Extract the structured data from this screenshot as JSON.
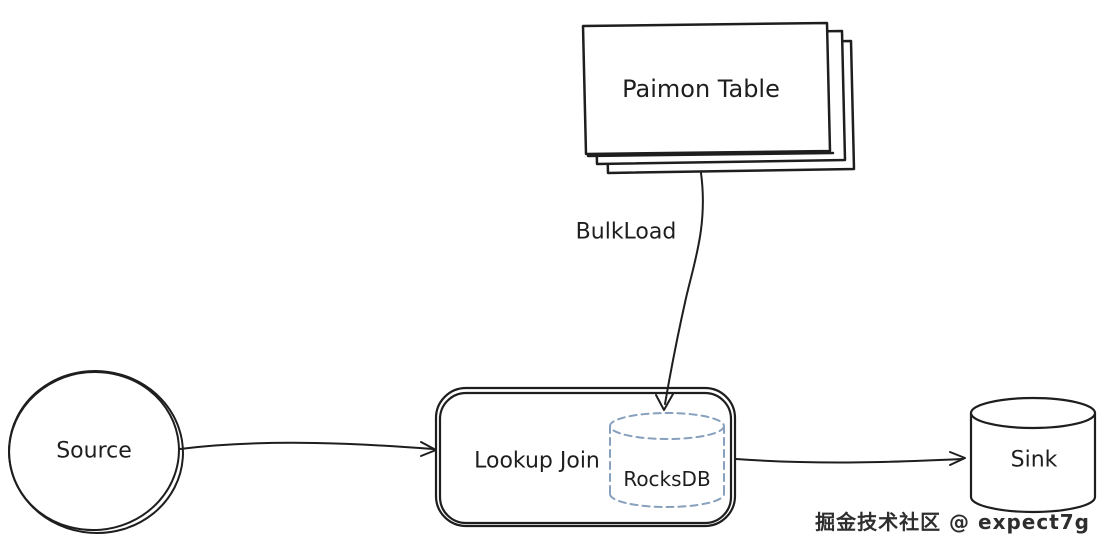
{
  "diagram": {
    "nodes": {
      "paimon_table": {
        "label": "Paimon Table",
        "shape": "stacked-rectangles"
      },
      "source": {
        "label": "Source",
        "shape": "circle"
      },
      "lookup_join": {
        "label": "Lookup Join",
        "shape": "rounded-rectangle"
      },
      "rocksdb": {
        "label": "RocksDB",
        "shape": "dashed-cylinder"
      },
      "sink": {
        "label": "Sink",
        "shape": "cylinder"
      }
    },
    "edges": {
      "bulkload": {
        "label": "BulkLoad",
        "from": "paimon_table",
        "to": "rocksdb"
      },
      "source_to_lookup": {
        "label": "",
        "from": "source",
        "to": "lookup_join"
      },
      "lookup_to_sink": {
        "label": "",
        "from": "lookup_join",
        "to": "sink"
      }
    },
    "watermark": "掘金技术社区 @ expect7g",
    "colors": {
      "stroke": "#1e1e1e",
      "rocksdb_stroke": "#86a0bd",
      "background": "#ffffff",
      "watermark_color": "#2e2e2e"
    }
  }
}
